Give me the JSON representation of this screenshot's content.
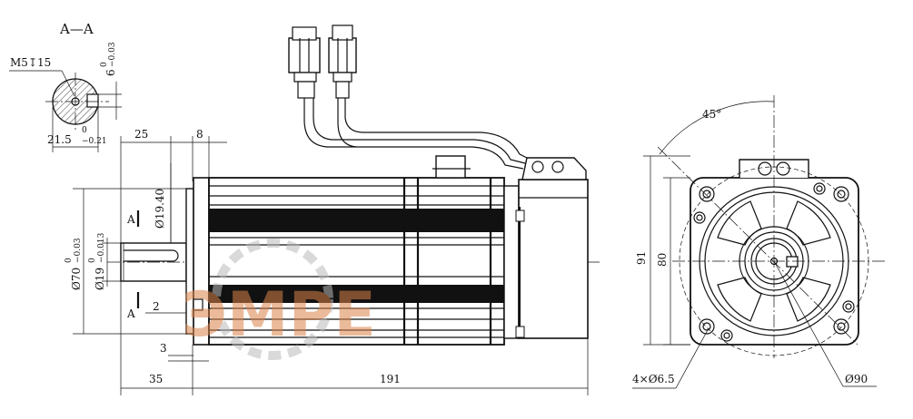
{
  "section_view": {
    "title": "A—A",
    "thread_label": "M5↧15",
    "key_depth_base": "6",
    "key_depth_tol_upper": "0",
    "key_depth_tol_lower": "−0.03",
    "key_width_base": "21.5",
    "key_width_tol_upper": "0",
    "key_width_tol_lower": "−0.21"
  },
  "side_view": {
    "dim_shaft_length": "25",
    "dim_flange_step": "8",
    "dim_key_width": "Ø19.40",
    "dim_pilot_base": "Ø70",
    "dim_pilot_tol_upper": "0",
    "dim_pilot_tol_lower": "−0.03",
    "dim_shaft_base": "Ø19",
    "dim_shaft_tol_upper": "0",
    "dim_shaft_tol_lower": "−0.013",
    "section_marker_top": "A",
    "section_marker_bottom": "A",
    "dim_small_2": "2",
    "dim_small_3": "3",
    "dim_total_shaft": "35",
    "dim_body_length": "191"
  },
  "front_view": {
    "angle": "45°",
    "dim_outer_height": "91",
    "dim_square": "80",
    "dim_holes": "4×Ø6.5",
    "dim_pcd": "Ø90"
  },
  "watermark": {
    "text": "ЭМРЕ",
    "color": "#d9834a"
  }
}
